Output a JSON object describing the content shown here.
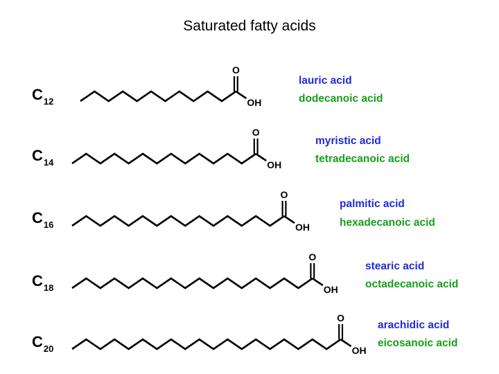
{
  "title": "Saturated fatty acids",
  "acids": [
    {
      "carbon_letter": "C",
      "carbon_sub": "12",
      "common_name": "lauric acid",
      "systematic_name": "dodecanoic acid",
      "oxygen": "O",
      "hydroxyl": "OH"
    },
    {
      "carbon_letter": "C",
      "carbon_sub": "14",
      "common_name": "myristic acid",
      "systematic_name": "tetradecanoic acid",
      "oxygen": "O",
      "hydroxyl": "OH"
    },
    {
      "carbon_letter": "C",
      "carbon_sub": "16",
      "common_name": "palmitic acid",
      "systematic_name": "hexadecanoic acid",
      "oxygen": "O",
      "hydroxyl": "OH"
    },
    {
      "carbon_letter": "C",
      "carbon_sub": "18",
      "common_name": "stearic acid",
      "systematic_name": "octadecanoic acid",
      "oxygen": "O",
      "hydroxyl": "OH"
    },
    {
      "carbon_letter": "C",
      "carbon_sub": "20",
      "common_name": "arachidic acid",
      "systematic_name": "eicosanoic acid",
      "oxygen": "O",
      "hydroxyl": "OH"
    }
  ],
  "colors": {
    "common_name": "#1f2bd6",
    "systematic_name": "#15a018",
    "structure": "#000000"
  }
}
